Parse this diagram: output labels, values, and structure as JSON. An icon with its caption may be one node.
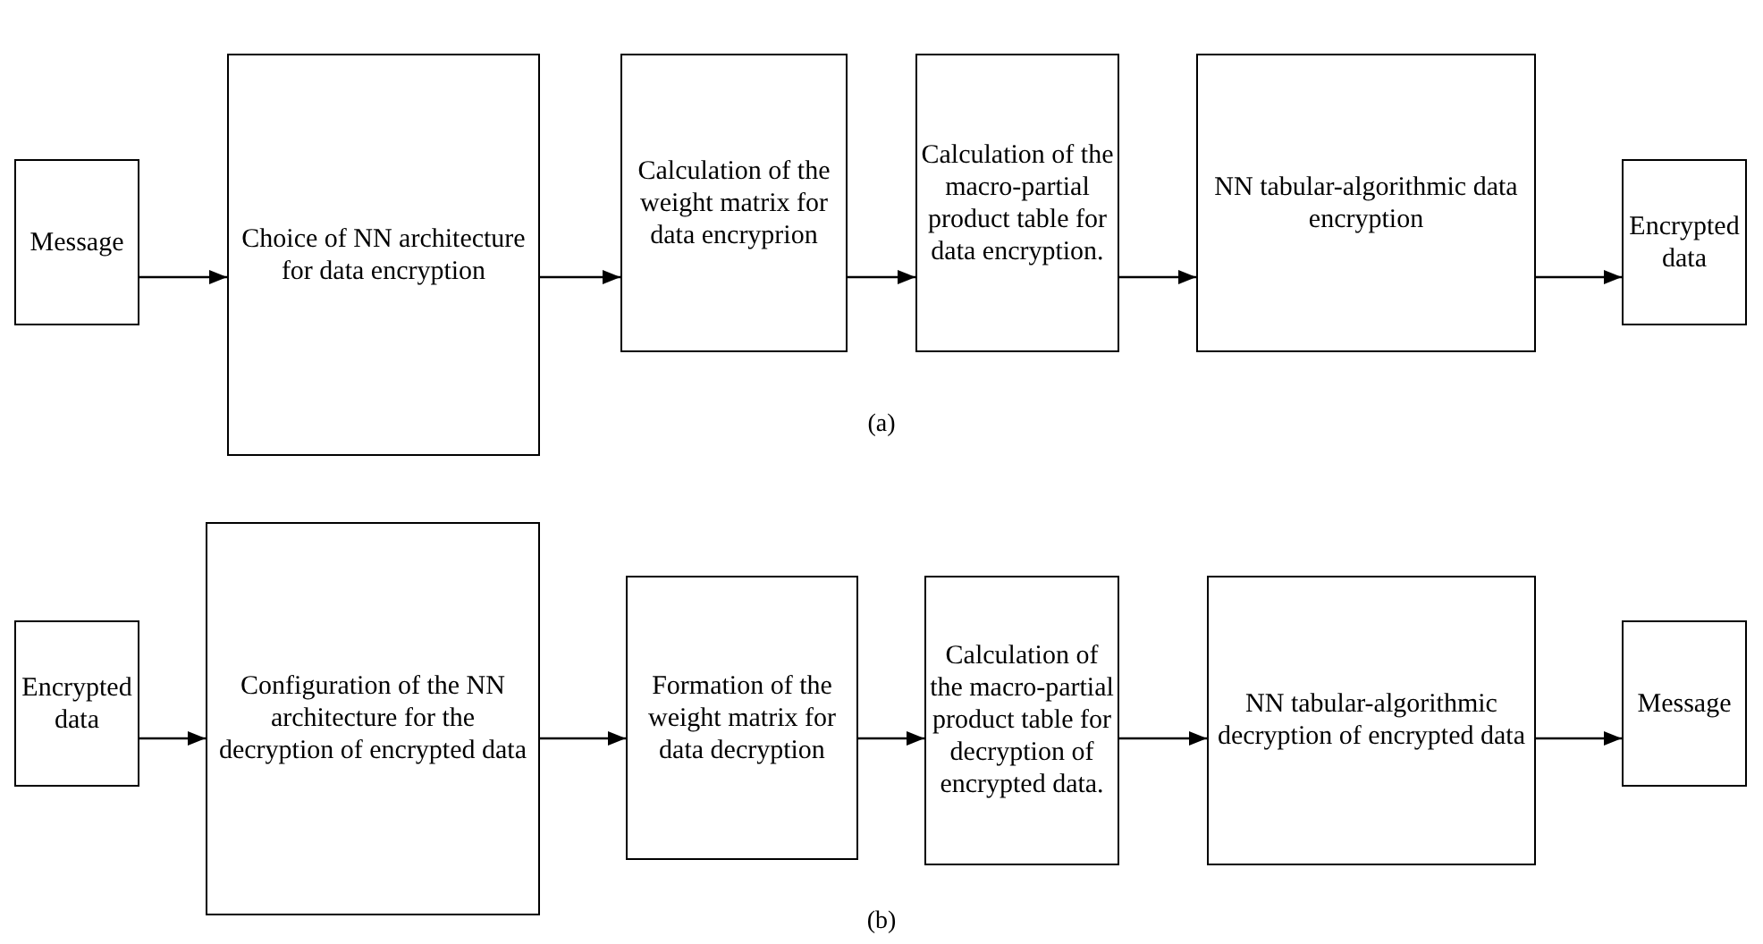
{
  "diagram": {
    "nodes": [
      {
        "text": [
          "Message"
        ]
      },
      {
        "text": [
          "Choice of NN architecture for data encryption"
        ]
      },
      {
        "text": [
          "Calculation of the weight matrix for data encryprion"
        ]
      },
      {
        "text": [
          "Calculation of the macro-partial product table for data encryption."
        ]
      },
      {
        "text": [
          "NN tabular-algorithmic data encryption"
        ]
      },
      {
        "text": [
          "Encrypted data"
        ]
      },
      {
        "text": [
          "Encrypted data"
        ]
      },
      {
        "text": [
          "Configuration of the NN architecture for the decryption of encrypted data"
        ]
      },
      {
        "text": [
          "Formation of the weight matrix for data decryption"
        ]
      },
      {
        "text": [
          "Calculation of the macro-partial product table for decryption of encrypted data."
        ]
      },
      {
        "text": [
          "NN tabular-algorithmic decryption of encrypted data"
        ]
      },
      {
        "text": [
          "Message"
        ]
      }
    ],
    "edges": [
      {
        "from": 0,
        "to": 1,
        "arrow": "to"
      },
      {
        "from": 1,
        "to": 2,
        "arrow": "to"
      },
      {
        "from": 2,
        "to": 3,
        "arrow": "to"
      },
      {
        "from": 3,
        "to": 4,
        "arrow": "to"
      },
      {
        "from": 4,
        "to": 5,
        "arrow": "to"
      },
      {
        "from": 6,
        "to": 7,
        "arrow": "to"
      },
      {
        "from": 7,
        "to": 8,
        "arrow": "to"
      },
      {
        "from": 8,
        "to": 9,
        "arrow": "to"
      },
      {
        "from": 9,
        "to": 10,
        "arrow": "to"
      },
      {
        "from": 10,
        "to": 11,
        "arrow": "to"
      }
    ],
    "labels": [
      "(a)",
      "(b)"
    ]
  }
}
